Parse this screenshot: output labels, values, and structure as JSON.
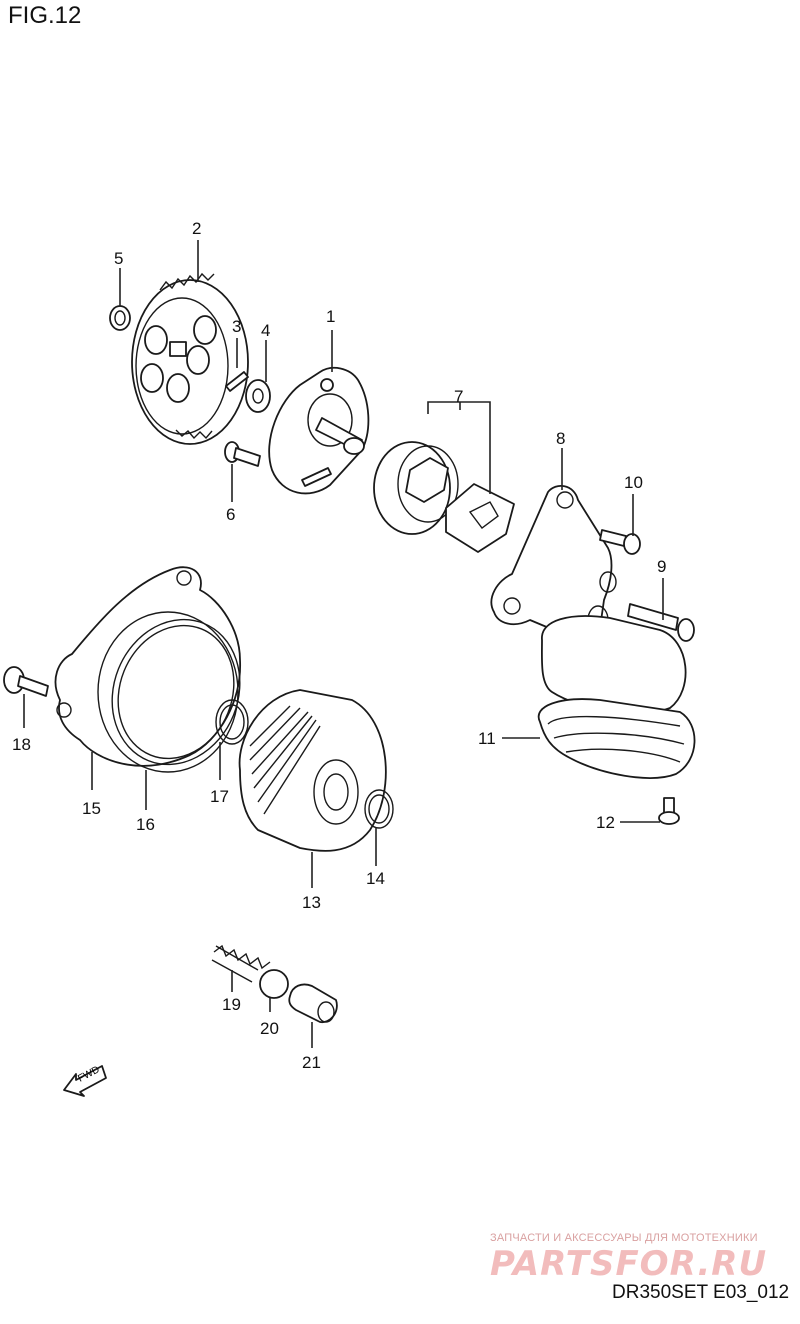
{
  "figure": {
    "title": "FIG.12",
    "code": "DR350SET E03_012"
  },
  "fwd_label": "FWD",
  "watermark": {
    "tagline": "ЗАПЧАСТИ И АКСЕССУАРЫ ДЛЯ МОТОТЕХНИКИ",
    "logo": "PARTSFOR.RU"
  },
  "callouts": [
    {
      "id": "1",
      "label": "1"
    },
    {
      "id": "2",
      "label": "2"
    },
    {
      "id": "3",
      "label": "3"
    },
    {
      "id": "4",
      "label": "4"
    },
    {
      "id": "5",
      "label": "5"
    },
    {
      "id": "6",
      "label": "6"
    },
    {
      "id": "7",
      "label": "7"
    },
    {
      "id": "8",
      "label": "8"
    },
    {
      "id": "9",
      "label": "9"
    },
    {
      "id": "10",
      "label": "10"
    },
    {
      "id": "11",
      "label": "11"
    },
    {
      "id": "12",
      "label": "12"
    },
    {
      "id": "13",
      "label": "13"
    },
    {
      "id": "14",
      "label": "14"
    },
    {
      "id": "15",
      "label": "15"
    },
    {
      "id": "16",
      "label": "16"
    },
    {
      "id": "17",
      "label": "17"
    },
    {
      "id": "18",
      "label": "18"
    },
    {
      "id": "19",
      "label": "19"
    },
    {
      "id": "20",
      "label": "20"
    },
    {
      "id": "21",
      "label": "21"
    }
  ],
  "colors": {
    "line": "#1a1a1a",
    "watermark": "#f2bcbc"
  }
}
